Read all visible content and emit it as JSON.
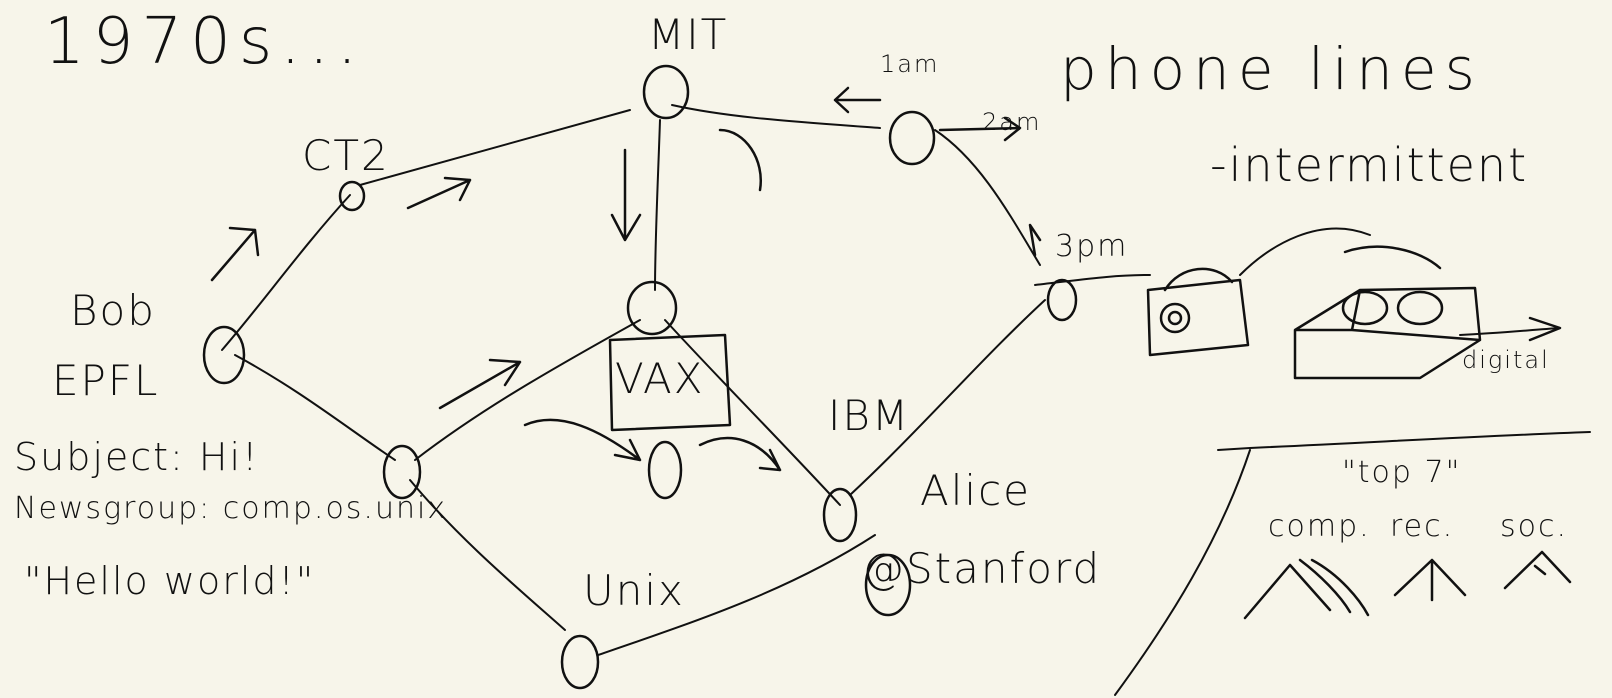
{
  "heading": "1970s...",
  "nodes": {
    "mit": "MIT",
    "ct2": "CT2",
    "bob": "Bob",
    "epfl": "EPFL",
    "vax": "VAX",
    "ibm": "IBM",
    "unix": "Unix",
    "alice": "Alice",
    "stanford": "@Stanford"
  },
  "times": {
    "t1": "1am",
    "t2": "2am",
    "t3": "3pm"
  },
  "notes": {
    "phone_lines": "phone lines",
    "intermittent": "-intermittent",
    "digital": "digital"
  },
  "message": {
    "subject": "Subject: Hi!",
    "newsgroup": "Newsgroup: comp.os.unix",
    "body": "\"Hello world!\""
  },
  "hierarchy": {
    "title": "\"top 7\"",
    "groups": [
      "comp.",
      "rec.",
      "soc."
    ]
  },
  "ink_color": "#111111",
  "paper_color": "#f7f5ea"
}
